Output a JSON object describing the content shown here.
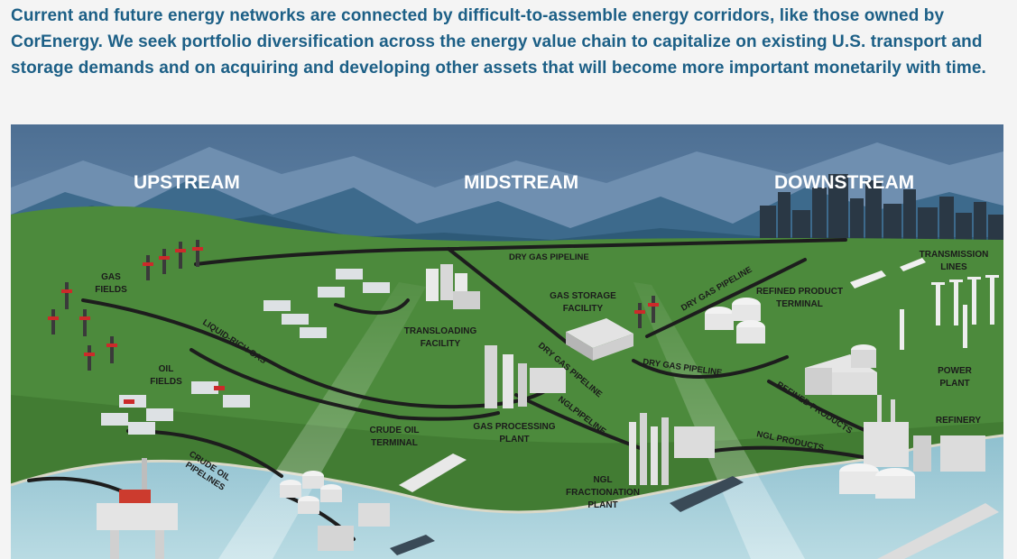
{
  "intro": {
    "text": "Current and future energy networks are connected by difficult-to-assemble energy corridors, like those owned by CorEnergy. We seek portfolio diversification across the energy value chain to capitalize on existing U.S. transport and storage demands and on acquiring and developing other assets that will become more important monetarily with time."
  },
  "diagram": {
    "sections": {
      "upstream": "UPSTREAM",
      "midstream": "MIDSTREAM",
      "downstream": "DOWNSTREAM"
    },
    "labels": {
      "gas_fields_1": "GAS",
      "gas_fields_2": "FIELDS",
      "oil_fields_1": "OIL",
      "oil_fields_2": "FIELDS",
      "transloading_1": "TRANSLOADING",
      "transloading_2": "FACILITY",
      "gas_storage_1": "GAS STORAGE",
      "gas_storage_2": "FACILITY",
      "gas_processing_1": "GAS PROCESSING",
      "gas_processing_2": "PLANT",
      "crude_terminal_1": "CRUDE OIL",
      "crude_terminal_2": "TERMINAL",
      "ngl_frac_1": "NGL",
      "ngl_frac_2": "FRACTIONATION",
      "ngl_frac_3": "PLANT",
      "refined_terminal_1": "REFINED PRODUCT",
      "refined_terminal_2": "TERMINAL",
      "transmission_1": "TRANSMISSION",
      "transmission_2": "LINES",
      "power_plant_1": "POWER",
      "power_plant_2": "PLANT",
      "refinery": "REFINERY"
    },
    "pipelines": {
      "dry_gas_top": "DRY GAS PIPELINE",
      "dry_gas_diag": "DRY GAS PIPELINE",
      "dry_gas_lower": "DRY GAS PIPELINE",
      "dry_gas_mid": "DRY GAS PIPELINE",
      "liquid_rich": "LIQUID-RICH GAS",
      "ngl_pipeline": "NGLPIPELINE",
      "refined_products": "REFINED PRODUCTS",
      "ngl_products": "NGL PRODUCTS",
      "crude_pipelines_1": "CRUDE OIL",
      "crude_pipelines_2": "PIPELINES"
    }
  }
}
